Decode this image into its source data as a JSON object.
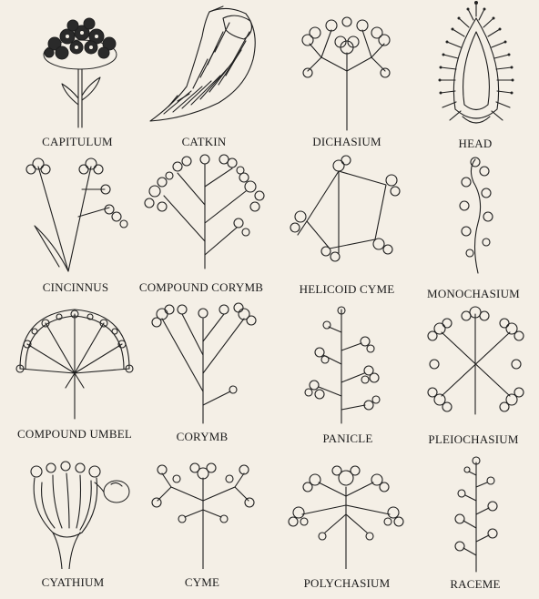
{
  "labels": {
    "capitulum": "CAPITULUM",
    "catkin": "CATKIN",
    "dichasium": "DICHASIUM",
    "head": "HEAD",
    "cincinnus": "CINCINNUS",
    "compound_corymb": "COMPOUND CORYMB",
    "helicoid_cyme": "HELICOID CYME",
    "monochasium": "MONOCHASIUM",
    "compound_umbel": "COMPOUND UMBEL",
    "corymb": "CORYMB",
    "panicle": "PANICLE",
    "pleiochasium": "PLEIOCHASIUM",
    "cyathium": "CYATHIUM",
    "cyme": "CYME",
    "polychasium": "POLYCHASIUM",
    "raceme": "RACEME"
  }
}
